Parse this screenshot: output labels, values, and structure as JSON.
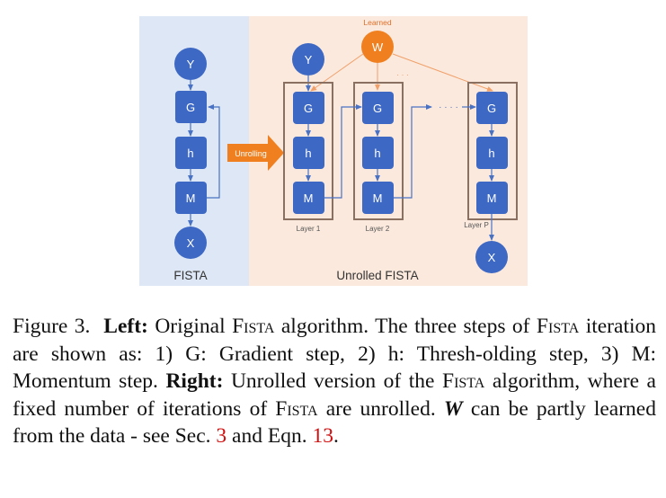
{
  "figure": {
    "left_panel_label": "FISTA",
    "right_panel_label": "Unrolled FISTA",
    "learned_label": "Learned",
    "w_node": "W",
    "unrolling_label": "Unrolling",
    "left_nodes": [
      "Y",
      "G",
      "h",
      "M",
      "X"
    ],
    "layer_nodes": [
      "G",
      "h",
      "M"
    ],
    "input_node": "Y",
    "output_node": "X",
    "layer_labels": [
      "Layer 1",
      "Layer 2",
      "Layer P"
    ],
    "ellipsis": "· · · ·",
    "top_ellipsis": "· · ·",
    "colors": {
      "left_bg": "#dde7f5",
      "right_bg": "#fbe9dd",
      "node": "#3d68c4",
      "w_node": "#f0801f",
      "layer_box": "#8a7060",
      "arrow_blue": "#4a72c4",
      "arrow_orange": "#f0a06a"
    }
  },
  "caption": {
    "fig_label": "Figure 3.",
    "left_head": "Left:",
    "t1": " Original ",
    "fista": "Fista",
    "t2": " algorithm.  The three steps of ",
    "t3": " iteration are shown as: 1) G: Gradient step, 2) h: Thresh-olding step, 3) M: Momentum step. ",
    "right_head": "Right:",
    "t4": " Unrolled version of the ",
    "t5": " algorithm, where a fixed number of iterations of ",
    "t6": " are unrolled. ",
    "w": "W",
    "t7": " can be partly learned from the data - see Sec. ",
    "sec_ref": "3",
    "t8": " and Eqn. ",
    "eqn_ref": "13",
    "t9": "."
  }
}
